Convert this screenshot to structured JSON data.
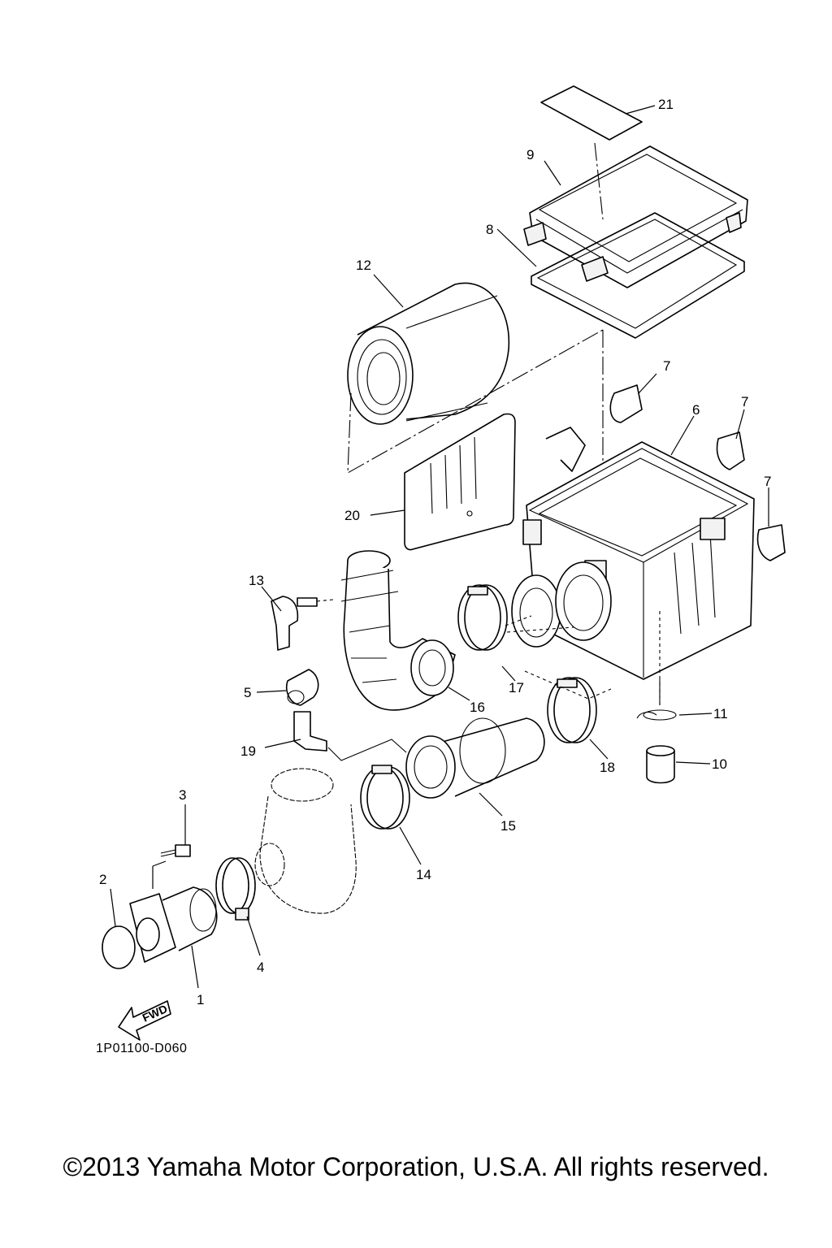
{
  "diagram": {
    "code": "1P01100-D060",
    "fwd_label": "FWD",
    "copyright": "©2013 Yamaha Motor Corporation, U.S.A. All rights reserved.",
    "callouts": {
      "c1": "1",
      "c2": "2",
      "c3": "3",
      "c4": "4",
      "c5": "5",
      "c6": "6",
      "c7a": "7",
      "c7b": "7",
      "c7c": "7",
      "c8": "8",
      "c9": "9",
      "c10": "10",
      "c11": "11",
      "c12": "12",
      "c13": "13",
      "c14": "14",
      "c15": "15",
      "c16": "16",
      "c17": "17",
      "c18": "18",
      "c19": "19",
      "c20": "20",
      "c21": "21"
    }
  }
}
